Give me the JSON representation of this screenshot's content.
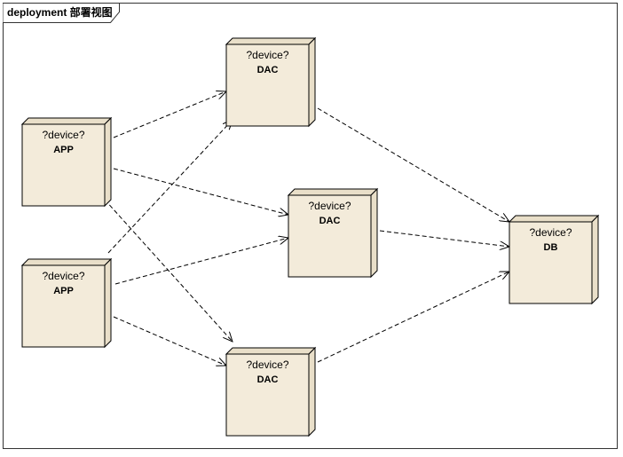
{
  "frame": {
    "title": "deployment 部署视图"
  },
  "colors": {
    "node_fill": "#F3EBDA",
    "node_side": "#E9DFC9",
    "node_stroke": "#000000",
    "edge": "#000000"
  },
  "nodes": [
    {
      "id": "app1",
      "stereotype": "?device?",
      "name": "APP"
    },
    {
      "id": "app2",
      "stereotype": "?device?",
      "name": "APP"
    },
    {
      "id": "dac1",
      "stereotype": "?device?",
      "name": "DAC"
    },
    {
      "id": "dac2",
      "stereotype": "?device?",
      "name": "DAC"
    },
    {
      "id": "dac3",
      "stereotype": "?device?",
      "name": "DAC"
    },
    {
      "id": "db",
      "stereotype": "?device?",
      "name": "DB"
    }
  ],
  "edges": [
    {
      "from": "app1",
      "to": "dac1"
    },
    {
      "from": "app1",
      "to": "dac2"
    },
    {
      "from": "app1",
      "to": "dac3"
    },
    {
      "from": "app2",
      "to": "dac1"
    },
    {
      "from": "app2",
      "to": "dac2"
    },
    {
      "from": "app2",
      "to": "dac3"
    },
    {
      "from": "dac1",
      "to": "db"
    },
    {
      "from": "dac2",
      "to": "db"
    },
    {
      "from": "dac3",
      "to": "db"
    }
  ]
}
